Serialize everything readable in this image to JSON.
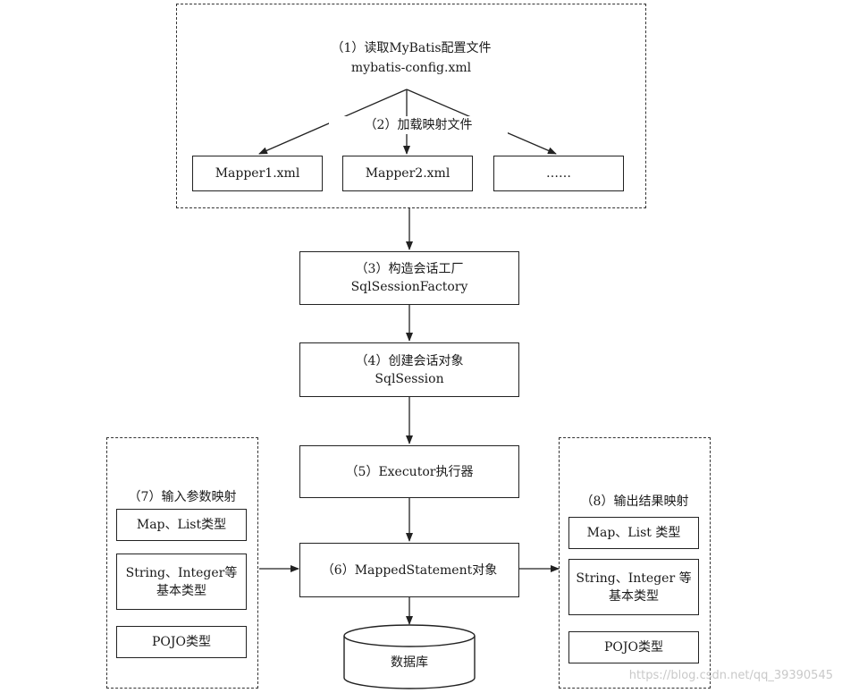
{
  "config": {
    "step": "（1）读取MyBatis配置文件",
    "file": "mybatis-config.xml"
  },
  "load_mappers": {
    "step": "（2）加载映射文件",
    "items": [
      "Mapper1.xml",
      "Mapper2.xml",
      "……"
    ]
  },
  "factory": {
    "step": "（3）构造会话工厂",
    "name": "SqlSessionFactory"
  },
  "session": {
    "step": "（4）创建会话对象",
    "name": "SqlSession"
  },
  "executor": {
    "step": "（5）Executor执行器"
  },
  "mapped_statement": {
    "step": "（6）MappedStatement对象"
  },
  "input_mapping": {
    "title": "（7）输入参数映射",
    "items": [
      "Map、List类型",
      "String、Integer等",
      "基本类型",
      "POJO类型"
    ]
  },
  "output_mapping": {
    "title": "（8）输出结果映射",
    "items": [
      "Map、List 类型",
      "String、Integer 等",
      "基本类型",
      "POJO类型"
    ]
  },
  "database": {
    "label": "数据库"
  },
  "watermark": "https://blog.csdn.net/qq_39390545"
}
